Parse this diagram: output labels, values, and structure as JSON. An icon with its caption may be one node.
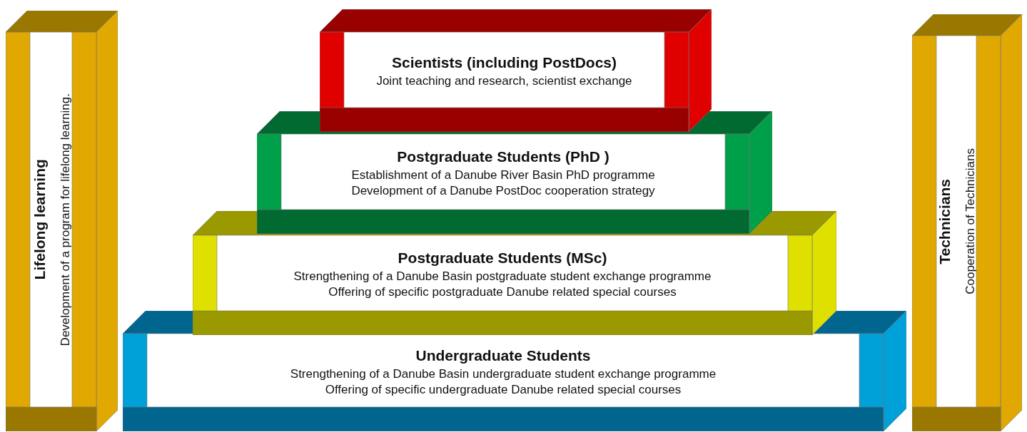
{
  "diagram": {
    "nodes": [
      {
        "text": [
          "Lifelong learning",
          "Development of a program for lifelong learning."
        ]
      },
      {
        "text": [
          "Scientists (including PostDocs)",
          "Joint teaching and research, scientist exchange"
        ]
      },
      {
        "text": [
          "Postgraduate Students (PhD )",
          "Establishment of a Danube River Basin PhD programme",
          "Development of a Danube PostDoc cooperation strategy"
        ]
      },
      {
        "text": [
          "Postgraduate Students (MSc)",
          "Strengthening of a Danube Basin postgraduate student exchange programme",
          "Offering of specific postgraduate Danube related special courses"
        ]
      },
      {
        "text": [
          "Undergraduate Students",
          "Strengthening of a Danube Basin undergraduate student exchange programme",
          "Offering of specific undergraduate Danube related special courses"
        ]
      },
      {
        "text": [
          "Technicians",
          "Cooperation of Technicians"
        ]
      }
    ]
  }
}
